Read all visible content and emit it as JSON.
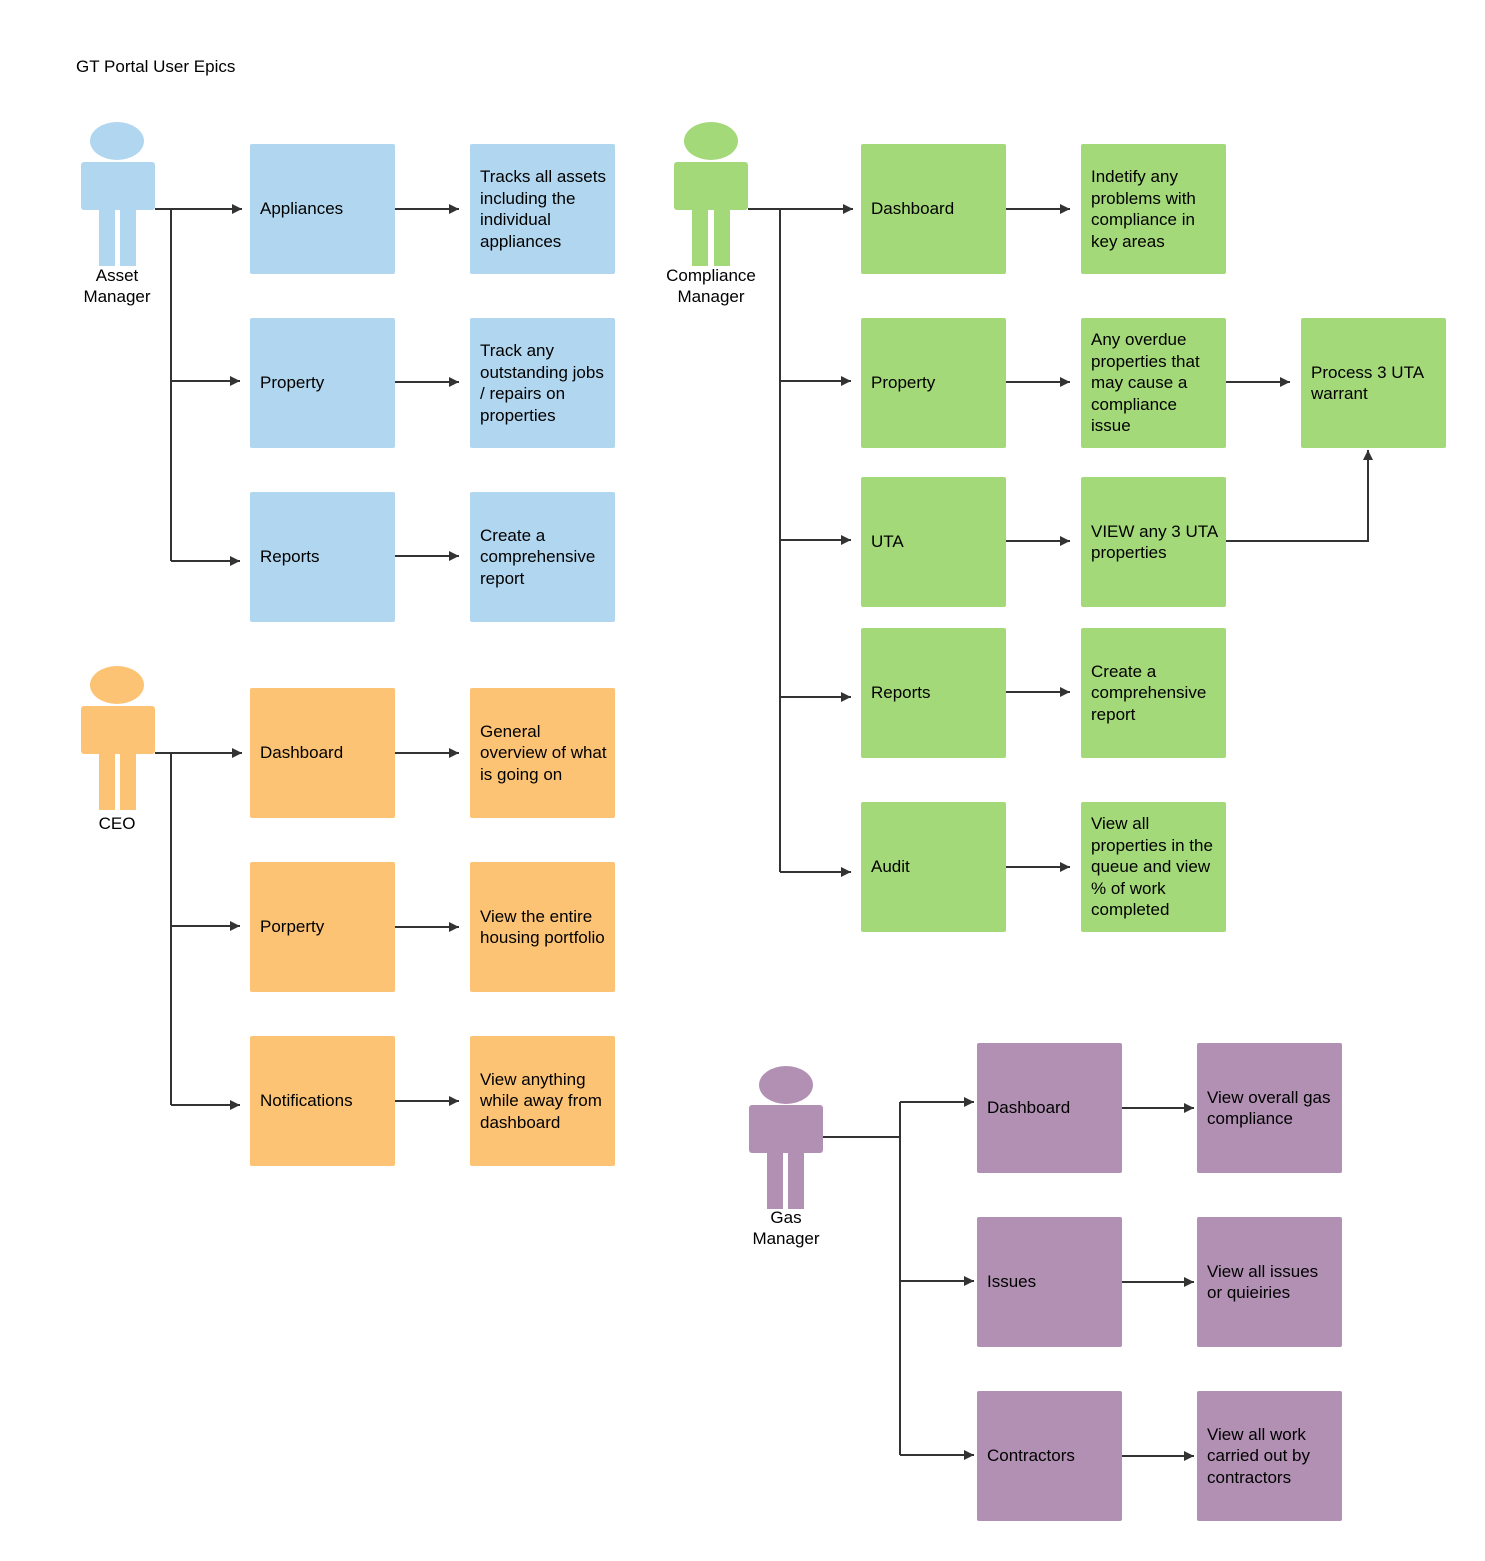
{
  "title": "GT Portal User Epics",
  "colors": {
    "asset_manager": "#b1d6ef",
    "ceo": "#fdc374",
    "compliance_manager": "#a3d978",
    "gas_manager": "#b290b4",
    "connector": "#333333"
  },
  "asset_manager": {
    "persona": "Asset\nManager",
    "features": [
      {
        "label": "Appliances",
        "description": "Tracks all assets including the individual appliances"
      },
      {
        "label": "Property",
        "description": "Track any outstanding jobs / repairs on properties"
      },
      {
        "label": "Reports",
        "description": "Create a comprehensive report"
      }
    ]
  },
  "ceo": {
    "persona": "CEO",
    "features": [
      {
        "label": "Dashboard",
        "description": "General overview of what is going on"
      },
      {
        "label": "Porperty",
        "description": "View the entire housing portfolio"
      },
      {
        "label": "Notifications",
        "description": "View anything while away from dashboard"
      }
    ]
  },
  "compliance_manager": {
    "persona": "Compliance\nManager",
    "features": [
      {
        "label": "Dashboard",
        "description": "Indetify any problems with compliance in key areas"
      },
      {
        "label": "Property",
        "description": "Any overdue properties that may cause a compliance issue"
      },
      {
        "label": "UTA",
        "description": "VIEW any 3 UTA properties"
      },
      {
        "label": "Reports",
        "description": "Create a comprehensive report"
      },
      {
        "label": "Audit",
        "description": "View all properties in the queue and view % of work completed"
      }
    ],
    "outcome": "Process 3 UTA warrant"
  },
  "gas_manager": {
    "persona": "Gas\nManager",
    "features": [
      {
        "label": "Dashboard",
        "description": "View overall gas compliance"
      },
      {
        "label": "Issues",
        "description": "View all issues or quieiries"
      },
      {
        "label": "Contractors",
        "description": "View all work carried out by contractors"
      }
    ]
  }
}
